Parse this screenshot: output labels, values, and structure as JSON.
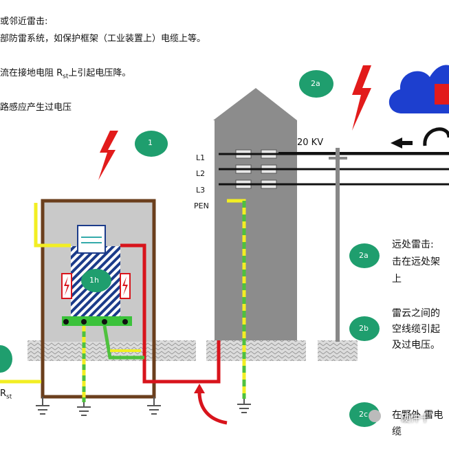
{
  "notes_top": {
    "line1": "或邻近雷击:",
    "line2": "部防雷系统，如保护框架（工业装置上）电缆上等。",
    "line3": "流在接地电阻 R",
    "line3_sub": "st",
    "line3_end": "上引起电压降。",
    "line4": "路感应产生过电压"
  },
  "badges": {
    "b1": "1",
    "b1h": "1h",
    "b2a_top": "2a",
    "b2a": "2a",
    "b2b": "2b",
    "b2c": "2c"
  },
  "line_labels": {
    "l1": "L1",
    "l2": "L2",
    "l3": "L3",
    "pen": "PEN",
    "voltage": "20 KV"
  },
  "ground_label": "R",
  "ground_label_sub": "st",
  "right_notes": {
    "a_line1": "远处雷击:",
    "a_line2": "击在远处架",
    "a_line3": "上",
    "b_line1": "雷云之间的",
    "b_line2": "空线缆引起",
    "b_line3": "及过电压。",
    "c_line1": "在野外 雷电",
    "c_line2": "缆"
  },
  "watermark": "硬件十",
  "colors": {
    "badge": "#1f9e6e",
    "wire_red": "#d8141c",
    "wire_yellow": "#f2ee23",
    "wire_green": "#4fc13e",
    "frame_brown": "#6b3f1d",
    "building": "#8c8c8c",
    "cloud": "#1d3fcf",
    "lightning": "#e21b1b"
  }
}
